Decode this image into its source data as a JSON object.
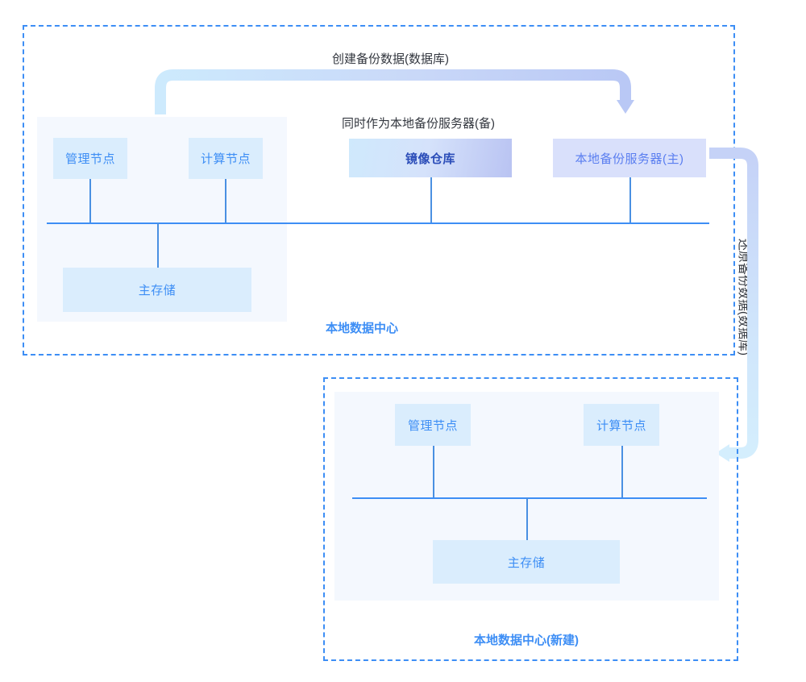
{
  "diagram": {
    "title_captions": {
      "create_backup": "创建备份数据(数据库)",
      "also_serves_as": "同时作为本地备份服务器(备)",
      "restore_backup": "还原备份数据(数据库)"
    },
    "regions": [
      {
        "key": "top",
        "label": "本地数据中心",
        "nodes": [
          {
            "key": "mgmt",
            "label": "管理节点"
          },
          {
            "key": "compute",
            "label": "计算节点"
          },
          {
            "key": "registry",
            "label": "镜像仓库"
          },
          {
            "key": "backup",
            "label": "本地备份服务器(主)"
          },
          {
            "key": "storage",
            "label": "主存储"
          }
        ]
      },
      {
        "key": "bottom",
        "label": "本地数据中心(新建)",
        "nodes": [
          {
            "key": "mgmt",
            "label": "管理节点"
          },
          {
            "key": "compute",
            "label": "计算节点"
          },
          {
            "key": "storage",
            "label": "主存储"
          }
        ]
      }
    ],
    "colors": {
      "region_border": "#3d8ef5",
      "region_label": "#3d8ef5",
      "panel_background": "#f4f8fe",
      "node_blue": "#daedfd",
      "node_lavender": "#d9e0fb",
      "node_text": "#3d8ef5",
      "connector_line": "#4a90e2",
      "arrow_start": "#cdeafd",
      "arrow_end": "#b9c8f5",
      "caption_text": "#33373f"
    }
  }
}
